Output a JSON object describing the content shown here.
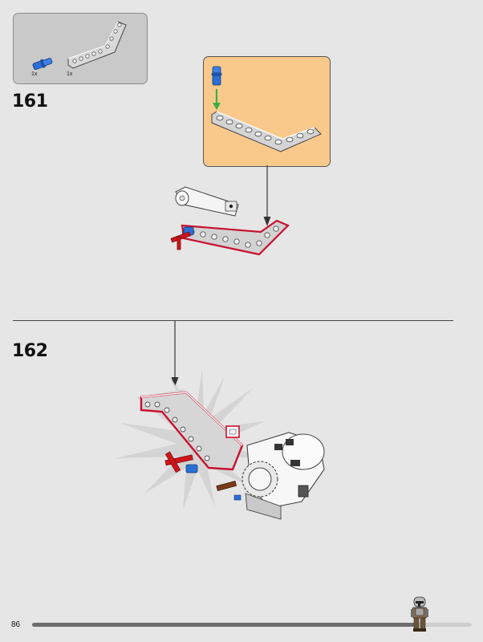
{
  "page": {
    "number": "86"
  },
  "parts_list": {
    "items": [
      {
        "part": "blue-pin",
        "qty": "1x"
      },
      {
        "part": "bent-liftarm",
        "qty": "1x"
      }
    ]
  },
  "steps": [
    {
      "number": "161"
    },
    {
      "number": "162"
    }
  ],
  "progress": {
    "fraction": 0.87
  },
  "colors": {
    "page_bg": "#e6e6e6",
    "callout_bg": "#f9c98c",
    "parts_box_bg": "#c9c9c9",
    "highlight_outline": "#c8102e",
    "arrow_green": "#3cb043",
    "pin_blue": "#2a6fd6",
    "axle_red": "#d0161b"
  }
}
